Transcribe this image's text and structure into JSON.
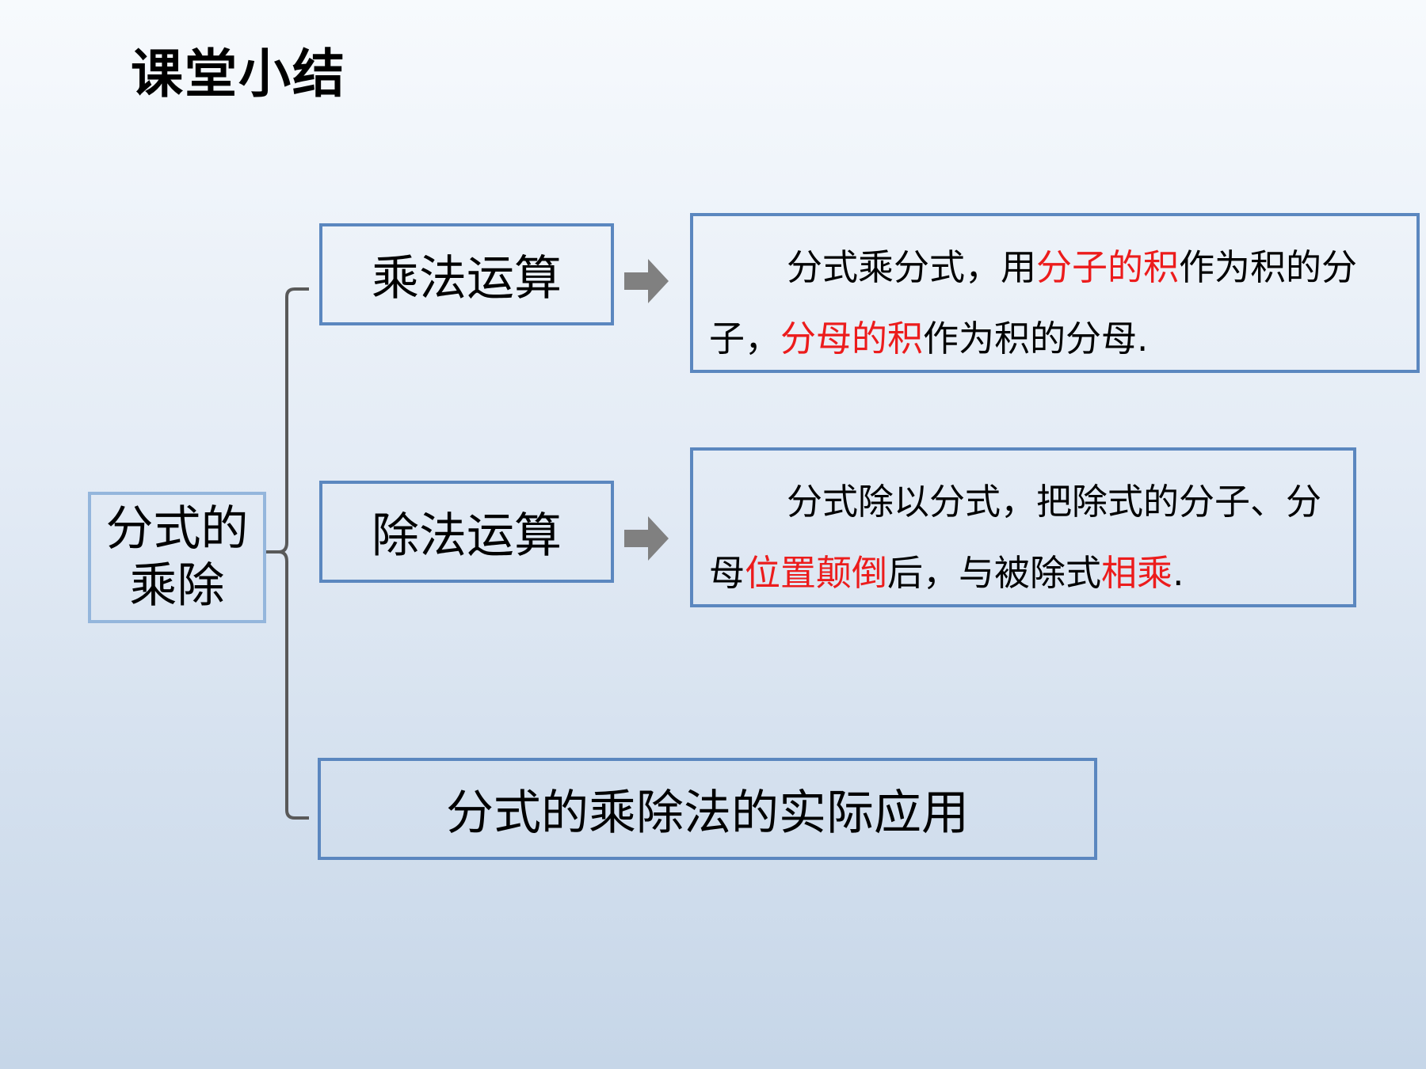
{
  "title": "课堂小结",
  "root": {
    "line1": "分式的",
    "line2": "乘除"
  },
  "branches": {
    "multiplication": "乘法运算",
    "division": "除法运算",
    "application": "分式的乘除法的实际应用"
  },
  "descriptions": {
    "multiplication": {
      "p1": "分式乘分式，用",
      "h1": "分子的积",
      "p2": "作为积的分子，",
      "h2": "分母的积",
      "p3": "作为积的分母."
    },
    "division": {
      "p1": "分式除以分式，把除式的分子、分母",
      "h1": "位置颠倒",
      "p2": "后，与被除式",
      "h2": "相乘",
      "p3": "."
    }
  },
  "colors": {
    "box_border": "#5b87bf",
    "root_border": "#94b6dc",
    "highlight": "#ec1c1c",
    "arrow": "#808080",
    "bracket": "#595959"
  },
  "icons": {
    "arrow": "right-arrow-icon"
  }
}
